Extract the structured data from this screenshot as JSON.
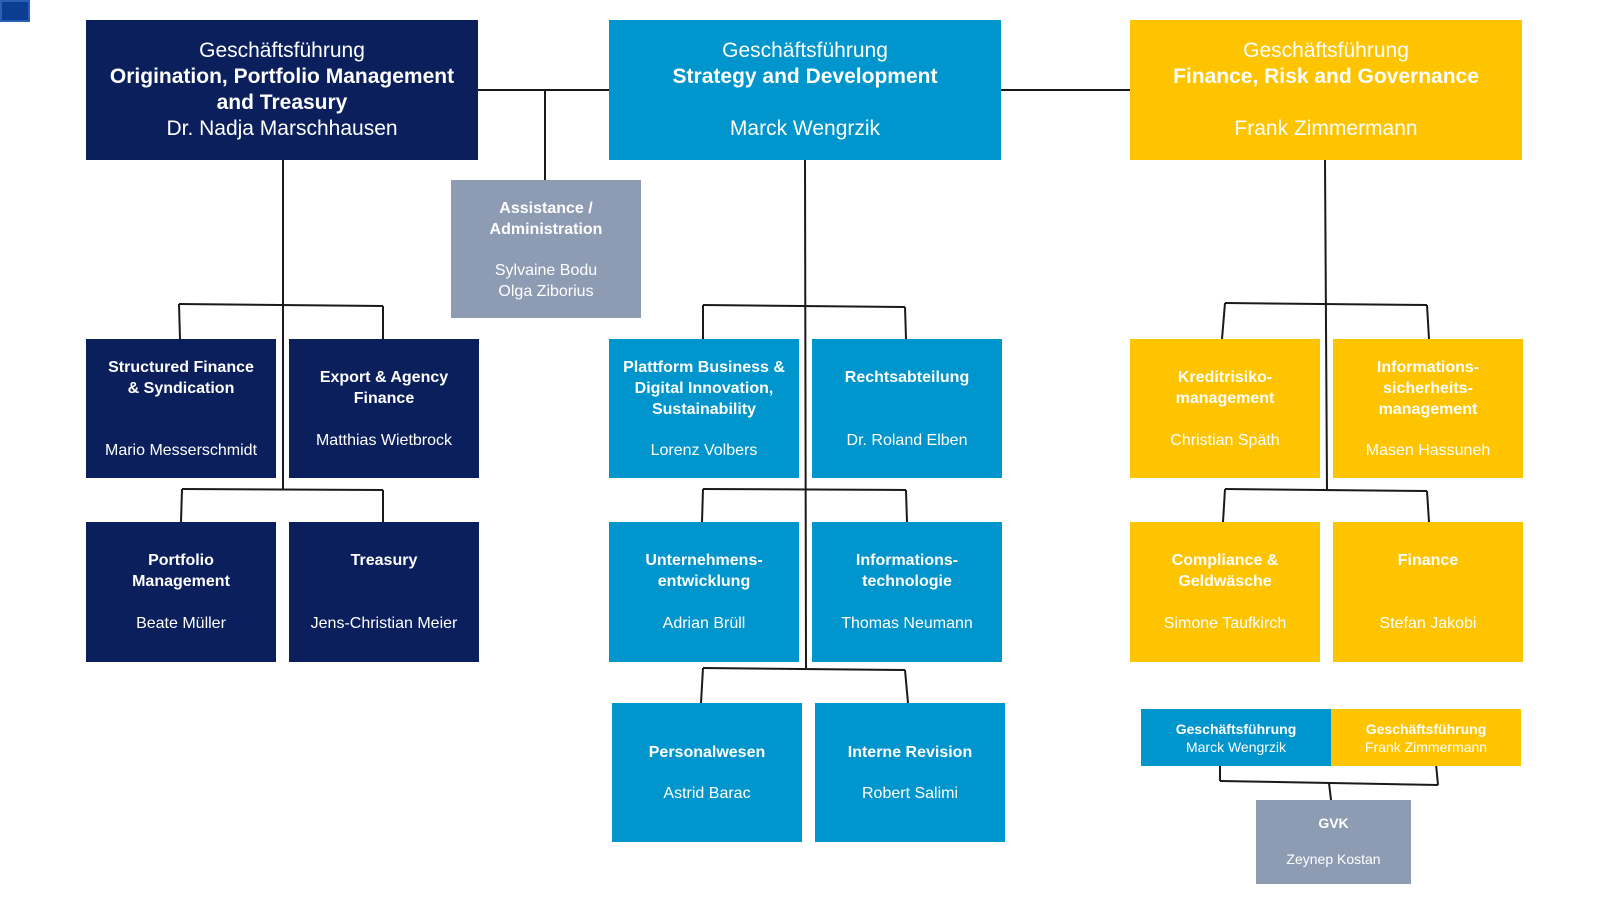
{
  "executives": [
    {
      "title": "Geschäftsführung",
      "dept": "Origination, Portfolio Management and Treasury",
      "name": "Dr. Nadja Marschhausen"
    },
    {
      "title": "Geschäftsführung",
      "dept": "Strategy and Development",
      "name": "Marck Wengrzik"
    },
    {
      "title": "Geschäftsführung",
      "dept": "Finance, Risk and Governance",
      "name": "Frank Zimmermann"
    }
  ],
  "assistance": {
    "title": "Assistance / Administration",
    "names": [
      "Sylvaine Bodu",
      "Olga Ziborius"
    ]
  },
  "units_left": [
    {
      "title": "Structured Finance & Syndication",
      "name": "Mario Messerschmidt"
    },
    {
      "title": "Export & Agency Finance",
      "name": "Matthias Wietbrock"
    },
    {
      "title": "Portfolio Management",
      "name": "Beate Müller"
    },
    {
      "title": "Treasury",
      "name": "Jens-Christian Meier"
    }
  ],
  "units_middle": [
    {
      "title": "Plattform Business & Digital Innovation, Sustainability",
      "name": "Lorenz Volbers"
    },
    {
      "title": "Rechtsabteilung",
      "name": "Dr. Roland Elben"
    },
    {
      "title": "Unternehmens-entwicklung",
      "name": "Adrian Brüll"
    },
    {
      "title": "Informations-technologie",
      "name": "Thomas Neumann"
    },
    {
      "title": "Personalwesen",
      "name": "Astrid Barac"
    },
    {
      "title": "Interne Revision",
      "name": "Robert Salimi"
    }
  ],
  "units_right": [
    {
      "title": "Kreditrisiko-management",
      "name": "Christian Späth"
    },
    {
      "title": "Informations-sicherheits-management",
      "name": "Masen Hassuneh"
    },
    {
      "title": "Compliance & Geldwäsche",
      "name": "Simone Taufkirch"
    },
    {
      "title": "Finance",
      "name": "Stefan Jakobi"
    }
  ],
  "joint": [
    {
      "title": "Geschäftsführung",
      "name": "Marck Wengrzik"
    },
    {
      "title": "Geschäftsführung",
      "name": "Frank Zimmermann"
    }
  ],
  "gvk": {
    "title": "GVK",
    "name": "Zeynep Kostan"
  },
  "colors": {
    "navy": "#0b1f5c",
    "blue": "#0095cc",
    "gold": "#fec400",
    "grey": "#8d9bb3",
    "line": "#1a1a1a"
  }
}
